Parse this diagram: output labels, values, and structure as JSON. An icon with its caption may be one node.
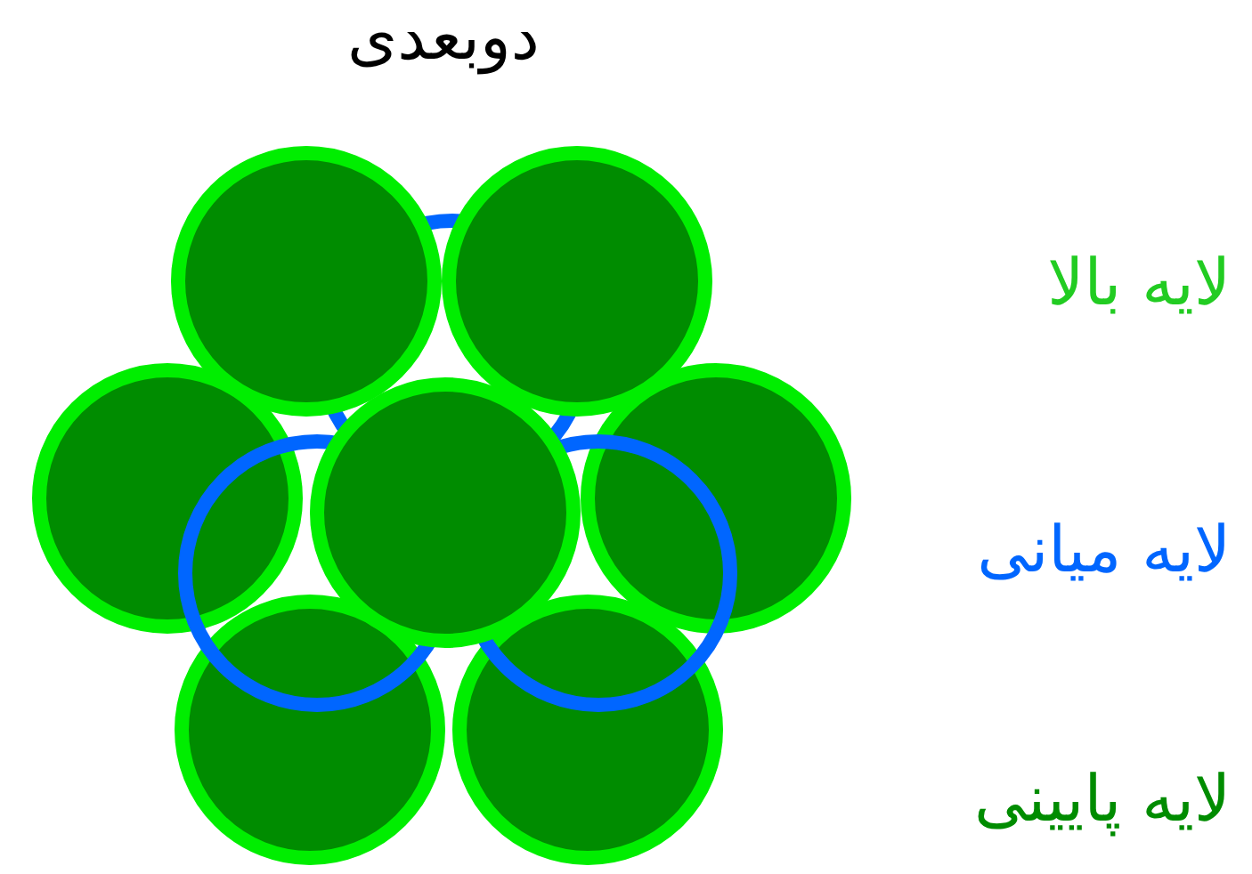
{
  "diagram": {
    "title": "دوبعدی",
    "labels": [
      "لایه بالا",
      "لایه میانی",
      "لایه پایینی"
    ]
  }
}
